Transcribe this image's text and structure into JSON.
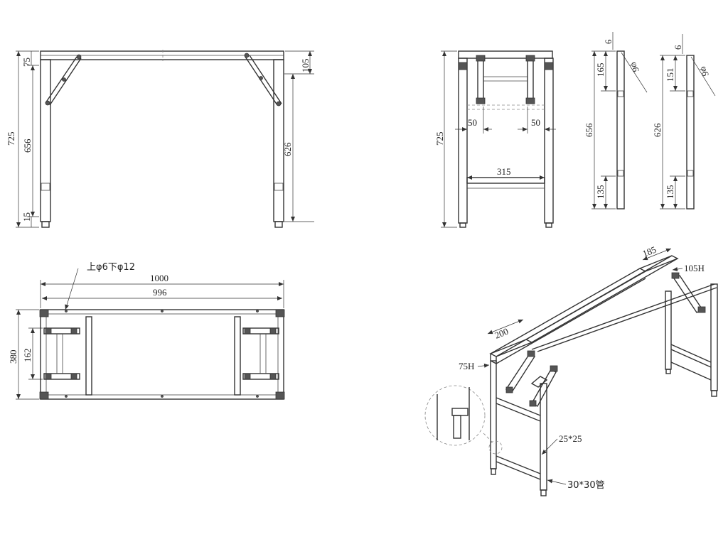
{
  "front_view": {
    "dims": {
      "overall_height": "725",
      "leg_height": "656",
      "foot": "15",
      "top_band": "75",
      "bracket_drop": "105",
      "inner_leg": "626"
    }
  },
  "side_view": {
    "dims": {
      "overall_height": "725",
      "inset_left": "50",
      "inset_right": "50",
      "inner_width": "315"
    }
  },
  "leg_detail_a": {
    "dims": {
      "top": "6",
      "upper": "165",
      "length": "656",
      "lower": "135",
      "hole": "φ6"
    }
  },
  "leg_detail_b": {
    "dims": {
      "top": "6",
      "upper": "151",
      "length": "626",
      "lower": "135",
      "hole": "φ6"
    }
  },
  "top_view": {
    "hole_note": "上φ6下φ12",
    "dims": {
      "outer_length": "1000",
      "inner_length": "996",
      "depth": "380",
      "bracket_span": "162"
    }
  },
  "iso_view": {
    "labels": {
      "width": "185",
      "front_width": "200",
      "bracket_h_right": "105H",
      "bracket_h_left": "75H",
      "cross_tube": "25*25",
      "main_tube": "30*30管"
    }
  }
}
